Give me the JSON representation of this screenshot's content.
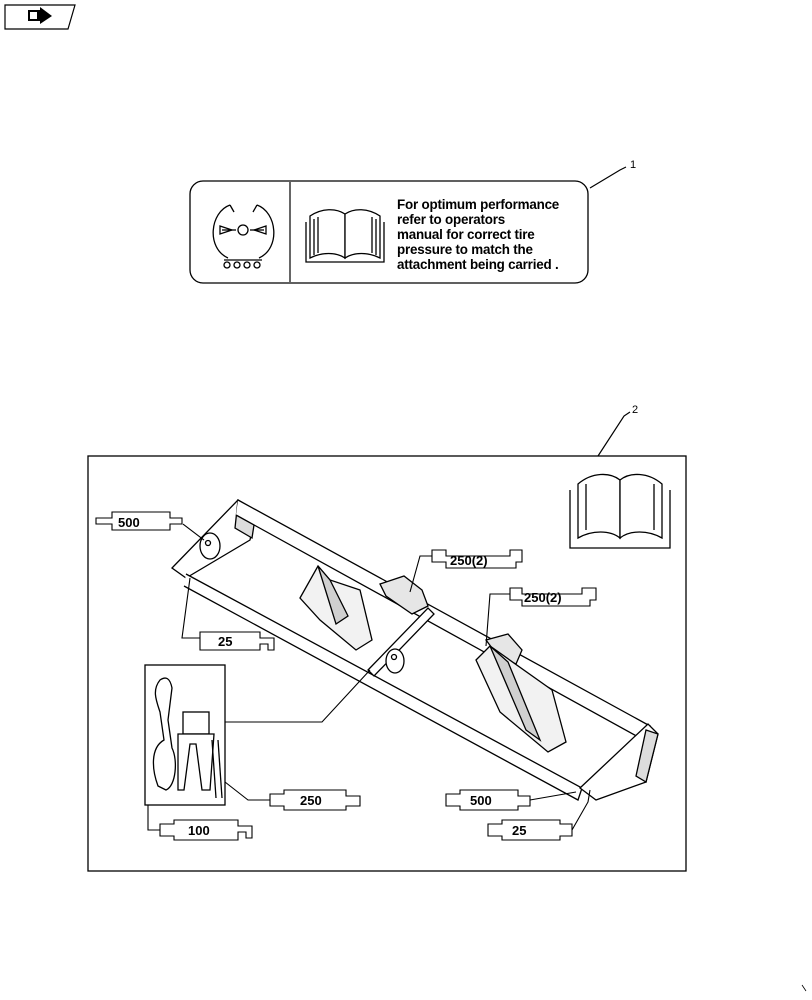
{
  "nav": {
    "icon": "forward-arrow-icon"
  },
  "callouts": {
    "item1": "1",
    "item2": "2"
  },
  "decal": {
    "lines": [
      "For optimum performance",
      "refer to operators",
      "manual for correct tire",
      "pressure to match the",
      "attachment being carried ."
    ],
    "tire_icon": "tire-pressure-icon",
    "manual_icon": "open-book-icon"
  },
  "weights": {
    "left_top": "500",
    "left_bottom": "25",
    "center_upper": "250(2)",
    "right_upper": "250(2)",
    "bracket": "250",
    "bottom_left": "100",
    "right_lower": "500",
    "right_bottom": "25"
  },
  "panel": {
    "manual_icon": "open-book-icon"
  }
}
